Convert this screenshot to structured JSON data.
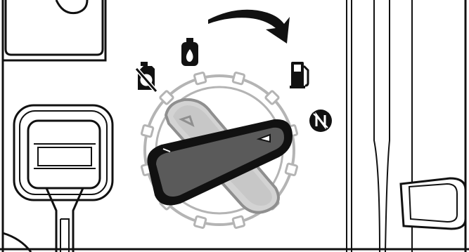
{
  "illustration": {
    "subject": "fuel-selector-dial",
    "stroke_color": "#111111",
    "knob_color": "#5a5a5a",
    "ghost_knob_color": "#cfcfcf",
    "ghost_outline_color": "#8f8f8f",
    "background_color": "#ffffff"
  },
  "dial": {
    "positions": [
      {
        "id": "fuel-off",
        "icon": "gas-can-crossed-icon"
      },
      {
        "id": "propane",
        "icon": "propane-tank-icon"
      },
      {
        "id": "gasoline",
        "icon": "fuel-pump-icon"
      },
      {
        "id": "off",
        "icon": "no-power-icon"
      }
    ],
    "current_position": "propane",
    "target_position": "gasoline",
    "rotation_direction": "clockwise"
  }
}
